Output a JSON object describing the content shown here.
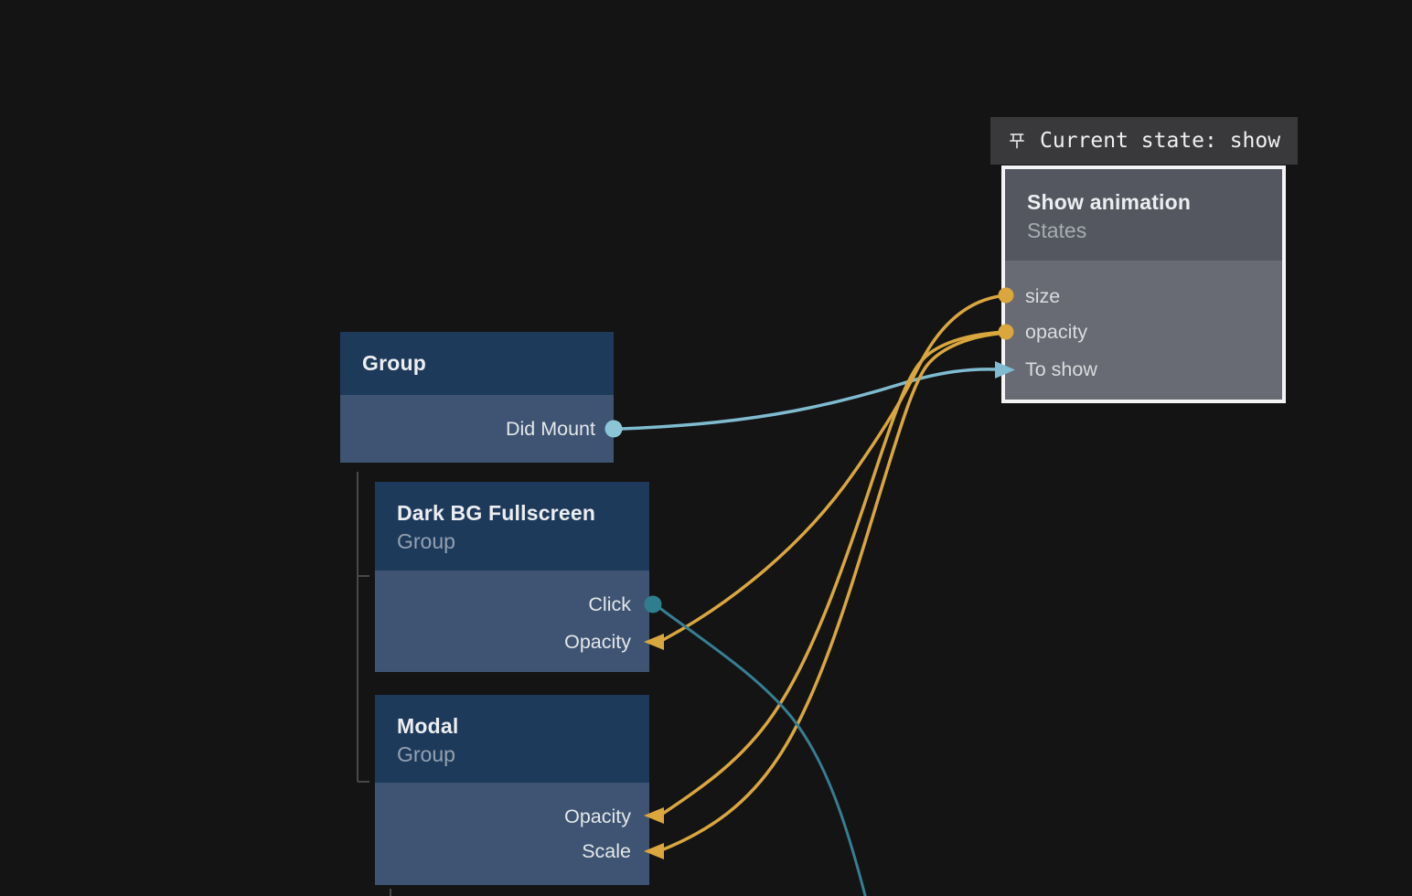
{
  "canvas": {
    "background": "#141414"
  },
  "pill": {
    "label": "Current state: show",
    "icon": "pin-icon"
  },
  "nodes": {
    "state": {
      "title": "Show animation",
      "subtitle": "States",
      "ports": [
        {
          "label": "size",
          "kind": "value-output",
          "color": "#d9a73e"
        },
        {
          "label": "opacity",
          "kind": "value-output",
          "color": "#d9a73e"
        },
        {
          "label": "To show",
          "kind": "flow-input",
          "color": "#7fbcd0"
        }
      ]
    },
    "group": {
      "title": "Group",
      "ports": [
        {
          "label": "Did Mount",
          "kind": "event-output",
          "color": "#8cc6d6"
        }
      ]
    },
    "dark_bg": {
      "title": "Dark BG Fullscreen",
      "subtitle": "Group",
      "ports": [
        {
          "label": "Click",
          "kind": "event-output",
          "color": "#2f7e8f"
        },
        {
          "label": "Opacity",
          "kind": "value-input",
          "color": "#d9a73e"
        }
      ]
    },
    "modal": {
      "title": "Modal",
      "subtitle": "Group",
      "ports": [
        {
          "label": "Opacity",
          "kind": "value-input",
          "color": "#d9a73e"
        },
        {
          "label": "Scale",
          "kind": "value-input",
          "color": "#d9a73e"
        }
      ]
    }
  },
  "connections": [
    {
      "from": "Group.Did Mount",
      "to": "Show animation.To show",
      "color": "#7fbcd0"
    },
    {
      "from": "Show animation.size",
      "to": "Dark BG Fullscreen.Opacity",
      "color": "#d9a73e"
    },
    {
      "from": "Show animation.opacity",
      "to": "Modal.Opacity",
      "color": "#d9a73e"
    },
    {
      "from": "Show animation.opacity",
      "to": "Modal.Scale",
      "color": "#d9a73e"
    },
    {
      "from": "Dark BG Fullscreen.Click",
      "to": "offscreen-bottom",
      "color": "#377e92"
    }
  ],
  "colors": {
    "wire_yellow": "#d9a73e",
    "wire_teal_light": "#7fbcd0",
    "wire_teal_dark": "#377e92",
    "node_header_blue": "#1e3a5b",
    "node_body_blue": "#3e5472",
    "state_header": "#54575f",
    "state_body": "#686b73",
    "tree_line": "#47484a"
  }
}
